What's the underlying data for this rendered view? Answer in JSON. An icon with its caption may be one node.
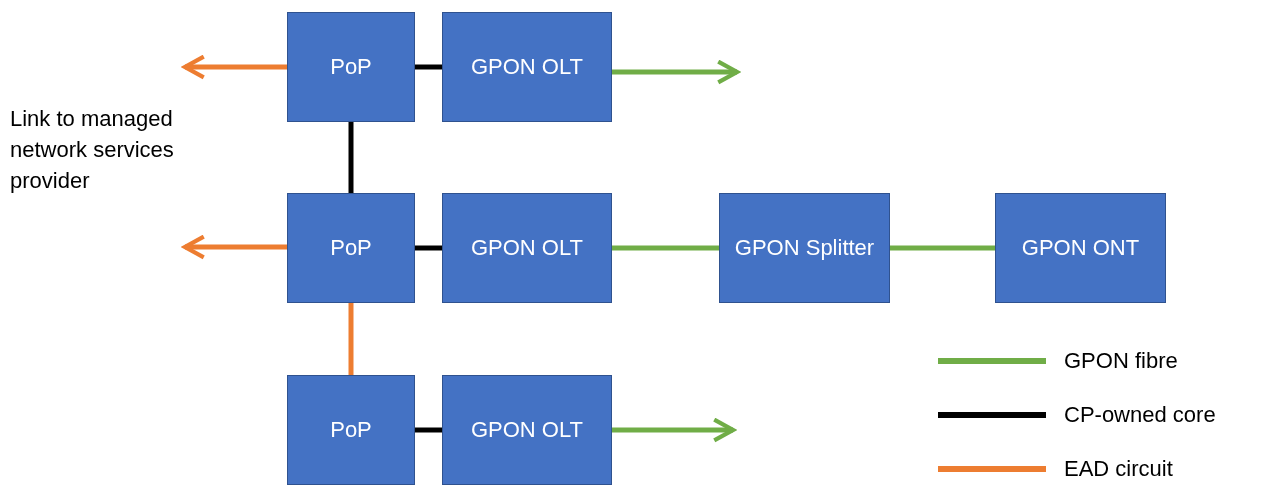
{
  "diagram": {
    "nodes": [
      {
        "text": [
          "PoP"
        ]
      },
      {
        "text": [
          "GPON OLT"
        ]
      },
      {
        "text": [
          "PoP"
        ]
      },
      {
        "text": [
          "GPON OLT"
        ]
      },
      {
        "text": [
          "GPON Splitter"
        ]
      },
      {
        "text": [
          "GPON ONT"
        ]
      },
      {
        "text": [
          "PoP"
        ]
      },
      {
        "text": [
          "GPON OLT"
        ]
      }
    ],
    "edges": [
      {
        "from": 0,
        "to": null,
        "arrow": "to",
        "color": "#ed7d31"
      },
      {
        "from": 0,
        "to": 1,
        "arrow": "none",
        "color": "#000000"
      },
      {
        "from": 1,
        "to": null,
        "arrow": "to",
        "color": "#70ad47"
      },
      {
        "from": 0,
        "to": 2,
        "arrow": "none",
        "color": "#000000"
      },
      {
        "from": 2,
        "to": null,
        "arrow": "to",
        "color": "#ed7d31"
      },
      {
        "from": 2,
        "to": 3,
        "arrow": "none",
        "color": "#000000"
      },
      {
        "from": 3,
        "to": 4,
        "arrow": "none",
        "color": "#70ad47"
      },
      {
        "from": 4,
        "to": 5,
        "arrow": "none",
        "color": "#70ad47"
      },
      {
        "from": 2,
        "to": 6,
        "arrow": "none",
        "color": "#ed7d31"
      },
      {
        "from": 6,
        "to": 7,
        "arrow": "none",
        "color": "#000000"
      },
      {
        "from": 7,
        "to": null,
        "arrow": "to",
        "color": "#70ad47"
      }
    ],
    "labels": [
      "Link to managed network services provider"
    ],
    "legend": [
      {
        "text": "GPON fibre",
        "color": "#70ad47"
      },
      {
        "text": "CP-owned core",
        "color": "#000000"
      },
      {
        "text": "EAD circuit",
        "color": "#ed7d31"
      }
    ]
  }
}
